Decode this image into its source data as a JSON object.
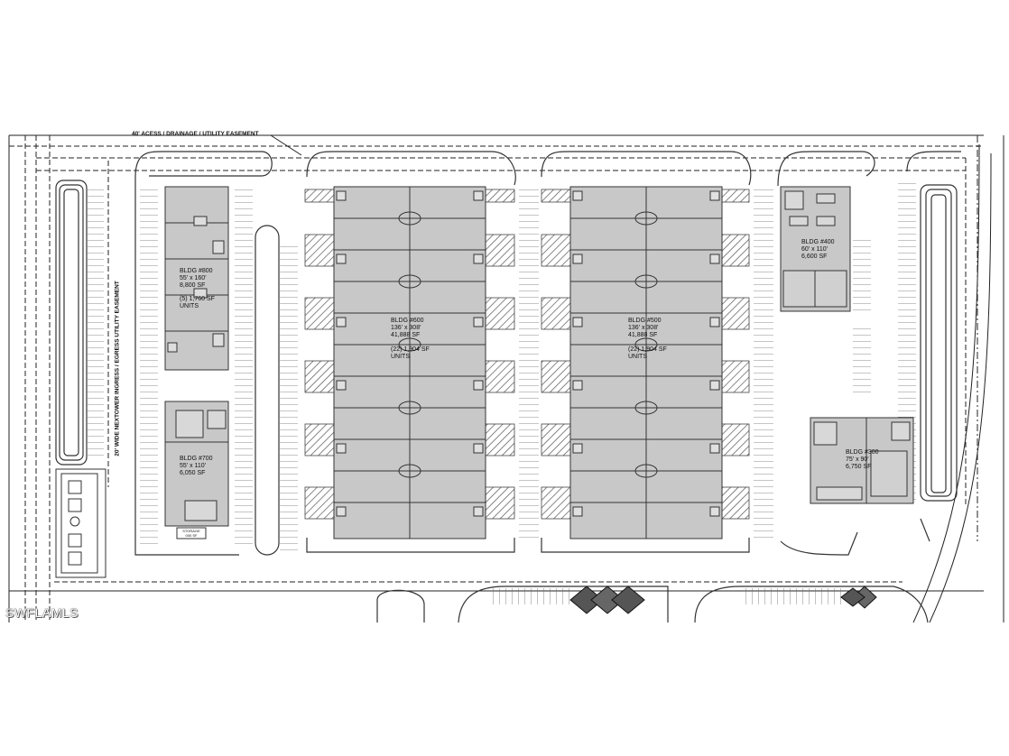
{
  "easements": {
    "north": "40' ACESS / DRAINAGE / UTILITY EASEMENT",
    "west": "20' WIDE NEXTOWER INGRESS / EGRESS UTILITY EASEMENT"
  },
  "buildings": [
    {
      "id": "800",
      "name": "BLDG #800",
      "size": "55' x 160'",
      "area": "8,800 SF",
      "units_line1": "(5) 1,760 SF",
      "units_line2": "UNITS"
    },
    {
      "id": "700",
      "name": "BLDG #700",
      "size": "55' x 110'",
      "area": "6,050 SF"
    },
    {
      "id": "600",
      "name": "BLDG #600",
      "size": "136' x 308'",
      "area": "41,888 SF",
      "units_line1": "(22) 1,904 SF",
      "units_line2": "UNITS"
    },
    {
      "id": "500",
      "name": "BLDG #500",
      "size": "136' x 308'",
      "area": "41,888 SF",
      "units_line1": "(22) 1,904 SF",
      "units_line2": "UNITS"
    },
    {
      "id": "400",
      "name": "BLDG #400",
      "size": "60' x 110'",
      "area": "6,600 SF"
    },
    {
      "id": "300",
      "name": "BLDG #300",
      "size": "75' x 90'",
      "area": "6,750 SF"
    }
  ],
  "storage_label": {
    "line1": "STORAGE",
    "line2": "000 SF"
  },
  "watermark": "SWFLAMLS",
  "colors": {
    "building_fill": "#c8c8c8",
    "line": "#333333",
    "background": "#ffffff"
  }
}
